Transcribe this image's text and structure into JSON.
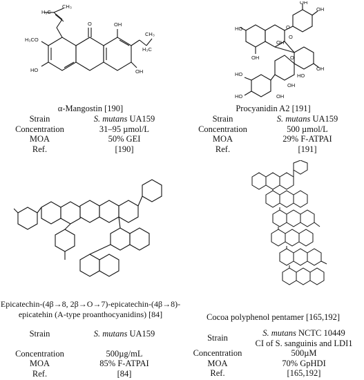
{
  "compounds": [
    {
      "name": "α-Mangostin [190]",
      "strain_label": "Strain",
      "strain_species": "S. mutans",
      "strain_rest": " UA159",
      "conc_label": "Concentration",
      "conc": "31–95 µmol/L",
      "moa_label": "MOA",
      "moa": "50% GEI",
      "ref_label": "Ref.",
      "ref": "[190]",
      "atoms": {
        "h3c_a": "H₃C",
        "ch3_a": "CH₃",
        "h3co": "H₃CO",
        "o": "O",
        "oh1": "OH",
        "ho": "HO",
        "oh2": "OH",
        "ch3_b": "CH₃",
        "h3c_b": "H₃C"
      }
    },
    {
      "name": "Procyanidin A2 [191]",
      "strain_label": "Strain",
      "strain_species": "S. mutans",
      "strain_rest": " UA159",
      "conc_label": "Concentration",
      "conc": "500 µmol/L",
      "moa_label": "MOA",
      "moa": "29% F-ATPAI",
      "ref_label": "Ref.",
      "ref": "[191]",
      "atoms": {
        "oh_a": "OH",
        "oh_b": "OH",
        "ho_a": "HO",
        "o_a": "O",
        "oh_c": "OH",
        "o_b": "O",
        "oh_d": "OH",
        "oh_e": "OH",
        "ho_b": "HO",
        "ho_c": "HO",
        "o_c": "O",
        "oh_f": "OH",
        "oh_g": "OH",
        "ho_d": "HO"
      }
    },
    {
      "name_line1": "Epicatechin-(4β→8, 2β→O→7)-epicatechin-(4β→8)-",
      "name_line2": "epicatehin (A-type proanthocyanidins) [84]",
      "strain_label": "Strain",
      "strain_species": "S. mutans",
      "strain_rest": " UA159",
      "conc_label": "Concentration",
      "conc": "500µg/mL",
      "moa_label": "MOA",
      "moa": "85% F-ATPAI",
      "ref_label": "Ref.",
      "ref": "[84]"
    },
    {
      "name": "Cocoa polyphenol pentamer [165,192]",
      "strain_label": "Strain",
      "strain_species": "S. mutans",
      "strain_rest": " NCTC 10449",
      "strain_line2": "CI of S. sanguinis and LDI1",
      "conc_label": "Concentration",
      "conc": "500µM",
      "moa_label": "MOA",
      "moa": "70% GpHDI",
      "ref_label": "Ref.",
      "ref": "[165,192]"
    }
  ]
}
